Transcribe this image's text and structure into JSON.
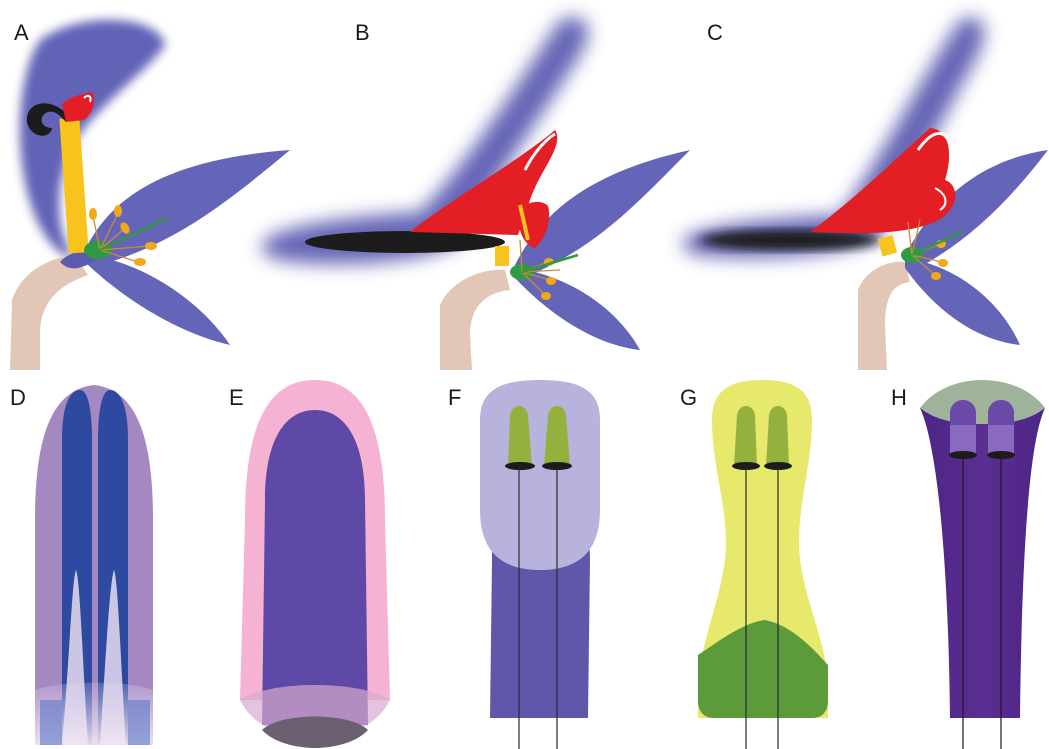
{
  "panels": [
    {
      "id": "A",
      "label": "A"
    },
    {
      "id": "B",
      "label": "B"
    },
    {
      "id": "C",
      "label": "C"
    },
    {
      "id": "D",
      "label": "D"
    },
    {
      "id": "E",
      "label": "E"
    },
    {
      "id": "F",
      "label": "F"
    },
    {
      "id": "G",
      "label": "G"
    },
    {
      "id": "H",
      "label": "H"
    }
  ],
  "colors": {
    "petal": "#6464b8",
    "petal_glow": "#5858b0",
    "stem": "#e2c7b6",
    "style_yellow": "#f7c31c",
    "stigma_red": "#e31e24",
    "stigma_black": "#1c1c1c",
    "ovary_green": "#2e9a42",
    "anther_orange": "#f3a81a",
    "filament": "#c88a3c",
    "d_outer": "#a488c2",
    "d_inner": "#2d4aa0",
    "e_outer": "#f6b2d2",
    "e_inner": "#5e4aa6",
    "f_top": "#b7b3dc",
    "f_bottom": "#5f58aa",
    "g_top": "#e6e96c",
    "g_bottom": "#5c9a3c",
    "h_body": "#5a2e90",
    "h_cap": "#9fb29a",
    "lobe_green": "#93b13c",
    "lobe_purple": "#8a6ac0"
  }
}
